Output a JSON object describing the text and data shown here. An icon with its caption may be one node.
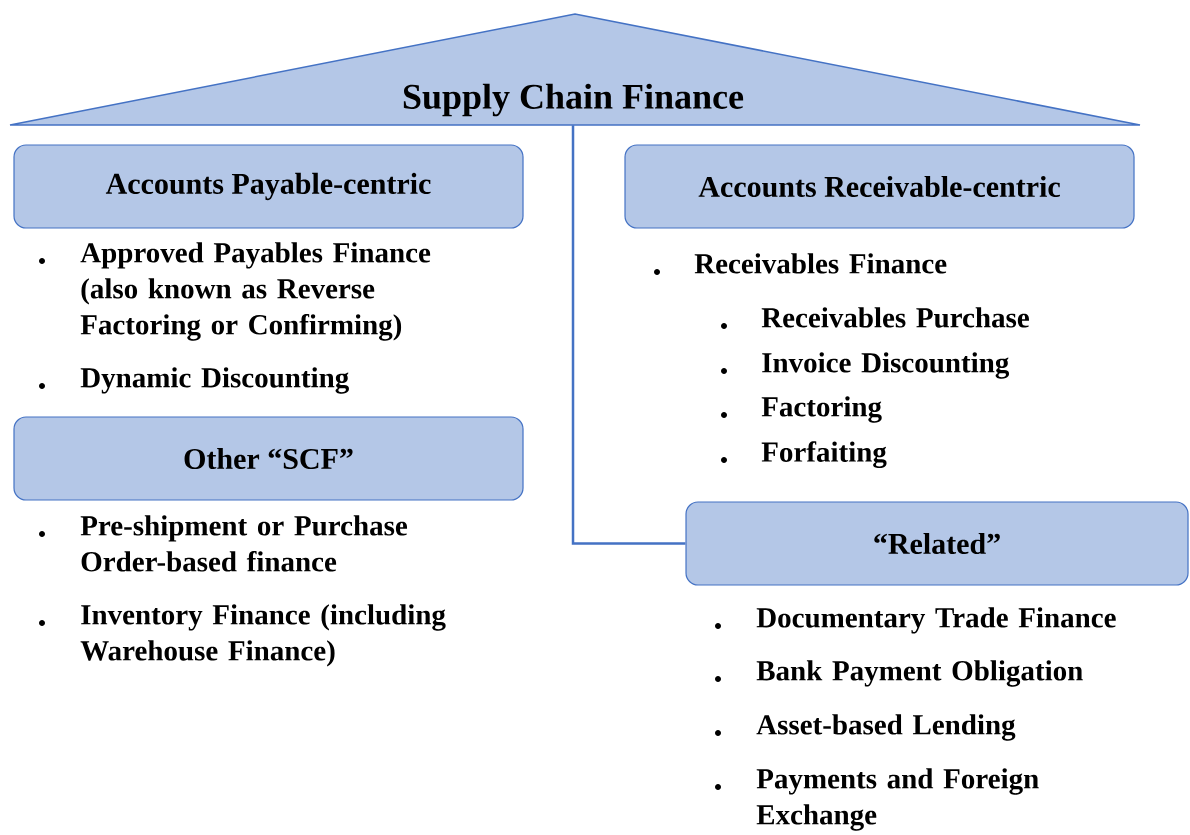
{
  "diagram": {
    "nodes": [
      {
        "text": [
          "Supply Chain Finance"
        ]
      },
      {
        "text": [
          "Accounts Payable-centric"
        ]
      },
      {
        "text": [
          "Accounts Receivable-centric"
        ]
      },
      {
        "text": [
          "Other “SCF”"
        ]
      },
      {
        "text": [
          "“Related”"
        ]
      }
    ],
    "edges": [
      {
        "from": 0,
        "to": 4,
        "arrow": "none"
      }
    ],
    "labels": [
      "Approved Payables Finance (also known as Reverse Factoring or Confirming)",
      "Dynamic Discounting",
      "Receivables Finance",
      "Receivables Purchase",
      "Invoice Discounting",
      "Factoring",
      "Forfaiting",
      "Pre-shipment or Purchase Order-based finance",
      "Inventory Finance (including Warehouse Finance)",
      "Documentary Trade Finance",
      "Bank Payment Obligation",
      "Asset-based Lending",
      "Payments and Foreign Exchange"
    ]
  }
}
